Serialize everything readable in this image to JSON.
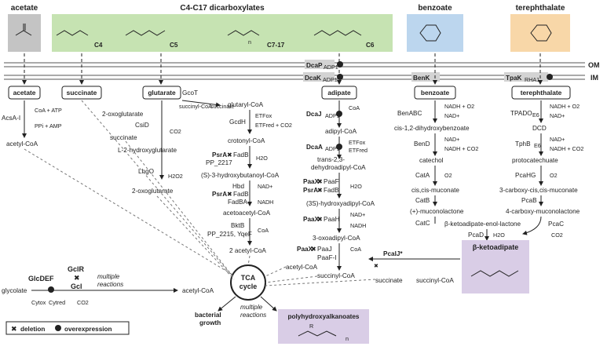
{
  "headers": {
    "acetate": "acetate",
    "dicarboxylates": "C4-C17 dicarboxylates",
    "benzoate": "benzoate",
    "terephthalate": "terephthalate"
  },
  "structure_labels": {
    "c4": "C4",
    "c5": "C5",
    "c717": "C7-17",
    "c6": "C6",
    "n": "n"
  },
  "membrane": {
    "om": "OM",
    "im": "IM"
  },
  "transporters": {
    "dcap": "DcaP",
    "dcap_sub": "ADP1",
    "dcak": "DcaK",
    "dcak_sub": "ADP1",
    "benk": "BenK",
    "tpak": "TpaK",
    "tpak_sub": "RHA1"
  },
  "nodes": {
    "acetate": "acetate",
    "succinate": "succinate",
    "glutarate": "glutarate",
    "adipate": "adipate",
    "benzoate": "benzoate",
    "terephthalate": "terephthalate"
  },
  "acetate_path": {
    "enzyme": "AcsA-I",
    "co1": "CoA + ATP",
    "co2": "PPi + AMP",
    "product": "acetyl-CoA"
  },
  "glutarate_path": {
    "gcot": "GcoT",
    "succoa": "succinyl-CoA",
    "succ": "succinate",
    "oxoglut1": "2-oxoglutarate",
    "csid": "CsiD",
    "co2": "CO2",
    "succinate": "succinate",
    "l2hg": "L-2-hydroxyglutarate",
    "lhgo": "LhgO",
    "h2o2": "H2O2",
    "oxoglut2": "2-oxoglutarate",
    "glutaryl": "glutaryl-CoA",
    "gcdh": "GcdH",
    "etfox": "ETFox",
    "etfred": "ETFred + CO2",
    "crotonyl": "crotonyl-CoA",
    "psra1": "PsrA",
    "fadb1": "FadB",
    "pp2217": "PP_2217",
    "h2o": "H2O",
    "s3hb": "(S)-3-hydroxybutanoyl-CoA",
    "hbd": "Hbd",
    "psra2": "PsrA",
    "fadb2": "FadB",
    "fadba": "FadBA",
    "nad": "NAD+",
    "nadh": "NADH",
    "acetoacetyl": "acetoacetyl-CoA",
    "bktb": "BktB",
    "pp2215": "PP_2215, YqeF",
    "coa": "CoA",
    "acetylcoa2": "2 acetyl-CoA"
  },
  "adipate_path": {
    "coa": "CoA",
    "dcaj": "DcaJ",
    "dcaj_sub": "ADP1",
    "adipylcoa": "adipyl-CoA",
    "dcaa": "DcaA",
    "dcaa_sub": "ADP1",
    "etfox": "ETFox",
    "etfred": "ETFred",
    "trans": "trans-2,3-",
    "dehydro": "dehydroadipyl-CoA",
    "paax1": "PaaX",
    "paaf": "PaaF",
    "psra": "PsrA",
    "fadb": "FadB",
    "h2o": "H2O",
    "hydroxy": "(3S)-hydroxyadipyl-CoA",
    "paax2": "PaaX",
    "paah": "PaaH",
    "nad": "NAD+",
    "nadh": "NADH",
    "oxoadipyl": "3-oxoadipyl-CoA",
    "paax3": "PaaX",
    "paaj": "PaaJ",
    "paafi": "PaaF-I",
    "coa2": "CoA",
    "acetylcoa": "acetyl-CoA",
    "succinylcoa": "succinyl-CoA"
  },
  "benzoate_path": {
    "benabc": "BenABC",
    "nadh_o2": "NADH + O2",
    "nad": "NAD+",
    "cis12": "cis-1,2-dihydroxybenzoate",
    "bend": "BenD",
    "nad2": "NAD+",
    "nadh_co2": "NADH + CO2",
    "catechol": "catechol",
    "cata": "CatA",
    "o2": "O2",
    "ccmuc": "cis,cis-muconate",
    "catb": "CatB",
    "mucono": "(+)-muconolactone",
    "catc": "CatC",
    "ketoenol": "β-ketoadipate-enol-lactone",
    "pcad": "PcaD",
    "h2o": "H2O"
  },
  "terephthalate_path": {
    "tpado": "TPADO",
    "tpado_sub": "E6",
    "nadh_o2": "NADH + O2",
    "nad": "NAD+",
    "dcd": "DCD",
    "tphb": "TphB",
    "tphb_sub": "E6",
    "nad2": "NAD+",
    "nadh_co2": "NADH + CO2",
    "protocat": "protocatechuate",
    "pcahg": "PcaHG",
    "o2": "O2",
    "carboxy": "3-carboxy-cis,cis-muconate",
    "pcab": "PcaB",
    "lactone": "4-carboxy-muconolactone",
    "pcac": "PcaC",
    "co2": "CO2"
  },
  "ketoadipate": {
    "title": "β-ketoadipate",
    "pcaj": "PcaIJ*",
    "succ": "succinate",
    "succoa": "succinyl-CoA"
  },
  "tca": {
    "label1": "TCA",
    "label2": "cycle"
  },
  "glycolate": {
    "glcr": "GclR",
    "gcl": "Gcl",
    "glcdef": "GlcDEF",
    "substrate": "glycolate",
    "cytox": "Cytox",
    "cytred": "Cytred",
    "co2": "CO2",
    "multiple1": "multiple",
    "multiple2": "reactions",
    "product": "acetyl-CoA"
  },
  "outputs": {
    "growth1": "bacterial",
    "growth2": "growth",
    "multi1": "multiple",
    "multi2": "reactions",
    "pha": "polyhydroxyalkanoates",
    "pha_r": "R",
    "pha_n": "n"
  },
  "legend": {
    "deletion": "deletion",
    "overexpression": "overexpression"
  },
  "colors": {
    "acetate_box": "#c4c4c4",
    "dicarb_box": "#c6e3b2",
    "benzoate_box": "#bcd6ee",
    "tpa_box": "#f8d7a8",
    "purple_box": "#d9cde6",
    "membrane": "#555555"
  }
}
